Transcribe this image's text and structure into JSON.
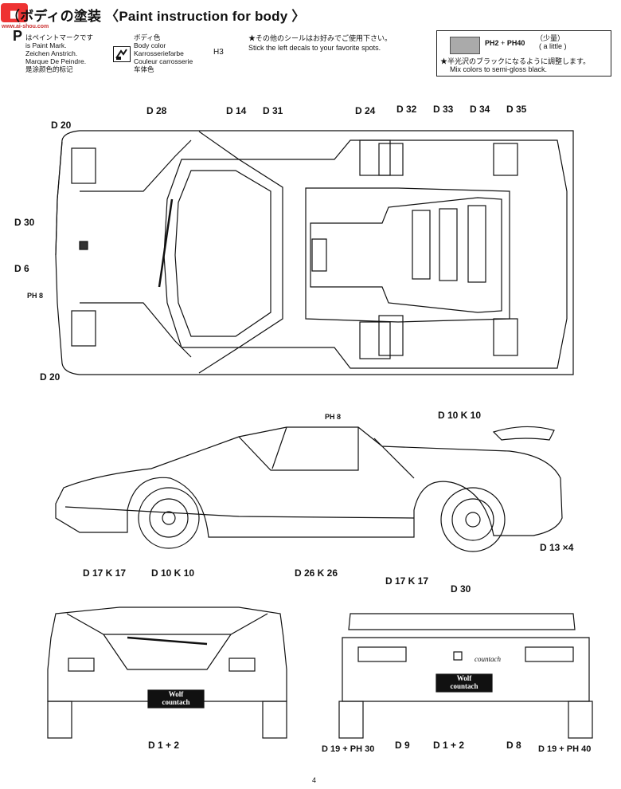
{
  "header": {
    "title": "（ボディの塗装 〈Paint instruction for body 〉",
    "watermark": "www.ai-shou.com"
  },
  "legend": {
    "paint_mark": {
      "symbol": "P",
      "lines": [
        "はペイントマークです",
        "is Paint Mark.",
        "Zeichen Anstrich.",
        "Marque De Peindre.",
        "是涂颜色的标记"
      ]
    },
    "body_color": {
      "lines": [
        "ボディ色",
        "Body color",
        "Karrosseriefarbe",
        "Couleur carrosserie",
        "车体色"
      ],
      "code": "H3"
    }
  },
  "notes": {
    "decals_jp": "★その他のシールはお好みでご使用下さい。",
    "decals_en": "Stick the left decals to your favorite spots."
  },
  "mix": {
    "part1": "PH2",
    "plus": "+",
    "part2": "PH40",
    "amount_jp": "（少量）",
    "amount_en": "( a little )",
    "note_jp": "★半光沢のブラックになるように調整します。",
    "note_en": "Mix colors to semi-gloss black."
  },
  "callouts": {
    "top_view": [
      "D 20",
      "D 28",
      "D 14",
      "D 31",
      "D 24",
      "D 32",
      "D 33",
      "D 34",
      "D 35",
      "D 30",
      "D 6",
      "PH 8",
      "D 20"
    ],
    "side_view": [
      "PH 8",
      "D 10 K 10",
      "D 17 K 17",
      "D 10 K 10",
      "D 26 K 26",
      "D 17 K 17",
      "D 13 ×4"
    ],
    "front_view": [
      "D 1 + 2"
    ],
    "rear_view": [
      "D 30",
      "D 19 + PH 30",
      "D 9",
      "D 1 + 2",
      "D 8",
      "D 19 + PH 40"
    ]
  },
  "plates": {
    "front": [
      "Wolf",
      "countach"
    ],
    "rear": [
      "Wolf",
      "countach"
    ],
    "badge": "countach"
  },
  "page_number": "4"
}
